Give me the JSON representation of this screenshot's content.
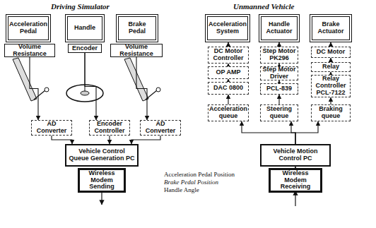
{
  "diagram": {
    "nodes": [
      {
        "text": [
          "Acceleration Pedal"
        ]
      },
      {
        "text": [
          "Handle"
        ]
      },
      {
        "text": [
          "Brake Pedal"
        ]
      },
      {
        "text": [
          "Volume Resistance"
        ]
      },
      {
        "text": [
          "Encoder"
        ]
      },
      {
        "text": [
          "Volume Resistance"
        ]
      },
      {
        "text": [
          "AD Converter"
        ]
      },
      {
        "text": [
          "Encoder Controller"
        ]
      },
      {
        "text": [
          "AD Converter"
        ]
      },
      {
        "text": [
          "Vehicle Control Queue Generation PC"
        ]
      },
      {
        "text": [
          "Wireless Modem Sending"
        ]
      },
      {
        "text": [
          "Acceleration System"
        ]
      },
      {
        "text": [
          "Handle Actuator"
        ]
      },
      {
        "text": [
          "Brake Actuator"
        ]
      },
      {
        "text": [
          "DC Motor Controller"
        ]
      },
      {
        "text": [
          "OP AMP"
        ]
      },
      {
        "text": [
          "DAC 0800"
        ]
      },
      {
        "text": [
          "Step Motor PK296"
        ]
      },
      {
        "text": [
          "Step Motor Driver"
        ]
      },
      {
        "text": [
          "PCL-839"
        ]
      },
      {
        "text": [
          "DC Motor"
        ]
      },
      {
        "text": [
          "Relay"
        ]
      },
      {
        "text": [
          "Relay Controller PCL-7122"
        ]
      },
      {
        "text": [
          "Acceleration queue"
        ]
      },
      {
        "text": [
          "Steering queue"
        ]
      },
      {
        "text": [
          "Braking queue"
        ]
      },
      {
        "text": [
          "Vehicle Motion Control PC"
        ]
      },
      {
        "text": [
          "Wireless Modem Receiving"
        ]
      }
    ],
    "edges": [
      {
        "from": 3,
        "to": 6,
        "arrow": "to"
      },
      {
        "from": 4,
        "to": 7,
        "arrow": "to"
      },
      {
        "from": 5,
        "to": 8,
        "arrow": "to"
      },
      {
        "from": 6,
        "to": 9,
        "arrow": "to"
      },
      {
        "from": 7,
        "to": 9,
        "arrow": "to"
      },
      {
        "from": 8,
        "to": 9,
        "arrow": "to"
      },
      {
        "from": 27,
        "to": 26,
        "arrow": "to"
      },
      {
        "from": 26,
        "to": 23,
        "arrow": "to"
      },
      {
        "from": 26,
        "to": 24,
        "arrow": "to"
      },
      {
        "from": 26,
        "to": 25,
        "arrow": "to"
      },
      {
        "from": 23,
        "to": 16,
        "arrow": "to"
      },
      {
        "from": 16,
        "to": 15,
        "arrow": "to"
      },
      {
        "from": 15,
        "to": 14,
        "arrow": "to"
      },
      {
        "from": 14,
        "to": 11,
        "arrow": "to"
      },
      {
        "from": 24,
        "to": 19,
        "arrow": "to"
      },
      {
        "from": 19,
        "to": 18,
        "arrow": "to"
      },
      {
        "from": 18,
        "to": 17,
        "arrow": "to"
      },
      {
        "from": 17,
        "to": 12,
        "arrow": "to"
      },
      {
        "from": 25,
        "to": 22,
        "arrow": "to"
      },
      {
        "from": 22,
        "to": 21,
        "arrow": "to"
      },
      {
        "from": 21,
        "to": 20,
        "arrow": "to"
      },
      {
        "from": 20,
        "to": 13,
        "arrow": "to"
      }
    ],
    "labels": [
      "Driving Simulator",
      "Unmanned Vehicle",
      "Acceleration Pedal Position",
      "Brake Pedal Position",
      "Handle Angle"
    ]
  }
}
